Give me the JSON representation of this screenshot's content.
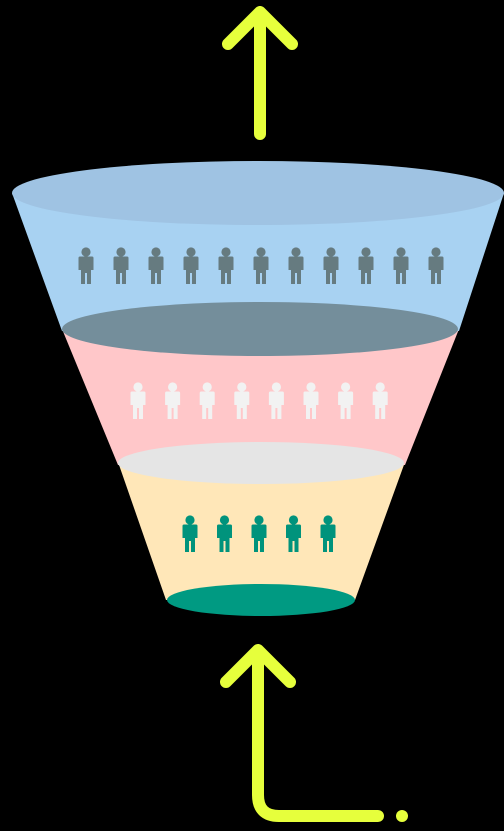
{
  "colors": {
    "background": "#000000",
    "arrow": "#e6ff3c",
    "top_tier": "#a8d2f2",
    "top_rim": "#9fc3e3",
    "top_inner": "#748e9b",
    "top_people": "#667b80",
    "middle_tier": "#ffc7c9",
    "middle_inner": "#e5e5e5",
    "middle_people": "#f2f2f2",
    "bottom_tier": "#ffe7b8",
    "bottom_base": "#009a82",
    "bottom_people": "#00937c"
  },
  "funnel": {
    "tiers": [
      {
        "name": "top-tier",
        "people_count": 11
      },
      {
        "name": "middle-tier",
        "people_count": 8
      },
      {
        "name": "bottom-tier",
        "people_count": 5
      }
    ]
  },
  "icons": {
    "top_arrow": "arrow-up-icon",
    "bottom_arrow": "return-arrow-icon",
    "person": "person-icon",
    "dot": "dot-icon"
  }
}
